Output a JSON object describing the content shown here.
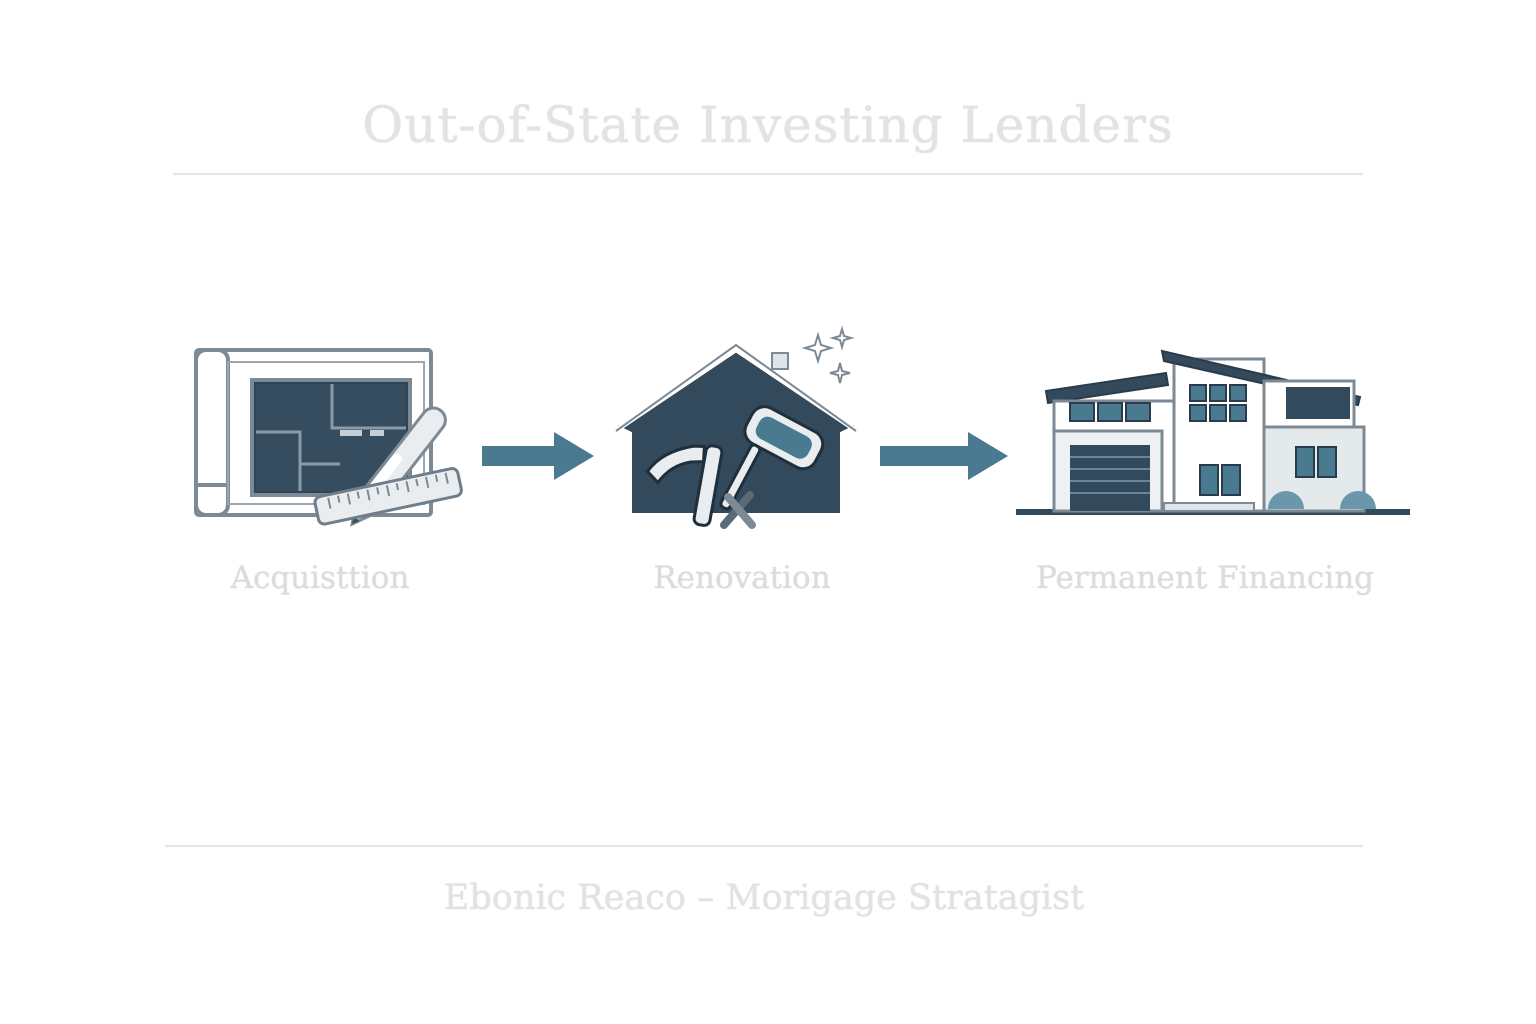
{
  "title": "Out-of-State Investing Lenders",
  "colors": {
    "navy": "#33495c",
    "steel": "#4a7a8f",
    "outline": "#7c8a96",
    "faint_text": "#dcdcdc",
    "rule": "#e6e6e6"
  },
  "steps": [
    {
      "label": "Acquisttion",
      "icon": "blueprint-icon"
    },
    {
      "label": "Renovation",
      "icon": "renovation-house-icon"
    },
    {
      "label": "Permanent Financing",
      "icon": "modern-house-icon"
    }
  ],
  "footer": "Ebonic Reaco – Morigage Stratagist"
}
